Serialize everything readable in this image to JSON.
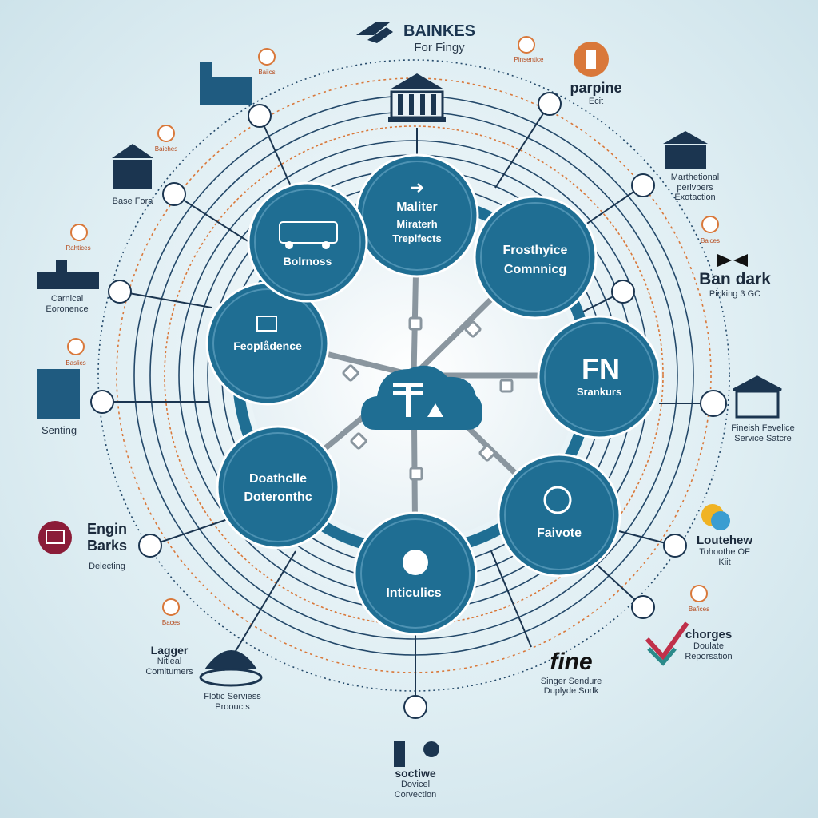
{
  "brand": {
    "title": "BAINKES",
    "subtitle": "For Fingy"
  },
  "center": {
    "name": "cloud-center"
  },
  "hubs": [
    {
      "id": "hub-maliter",
      "lines": [
        "Maliter",
        "Miraterh",
        "Treplfects"
      ]
    },
    {
      "id": "hub-frosthyice",
      "lines": [
        "Frosthyice",
        "Comnnicg"
      ]
    },
    {
      "id": "hub-fn",
      "lines": [
        "FN",
        "Srankurs"
      ]
    },
    {
      "id": "hub-faivote",
      "lines": [
        "Faivote"
      ]
    },
    {
      "id": "hub-inticulics",
      "lines": [
        "Inticulics"
      ]
    },
    {
      "id": "hub-doathelle",
      "lines": [
        "Doathclle",
        "Doteronthc"
      ]
    },
    {
      "id": "hub-feopladence",
      "lines": [
        "Feoplådence"
      ]
    },
    {
      "id": "hub-bolrnoss",
      "lines": [
        "Bolrnoss"
      ]
    }
  ],
  "outer_labels": {
    "parpine": {
      "title": "parpine",
      "sub": "Ecit"
    },
    "marthetional": {
      "l1": "Marthetional",
      "l2": "perivbers",
      "l3": "Exotaction"
    },
    "ban_dark": {
      "title": "Ban dark",
      "sub": "Picking 3 GC"
    },
    "fineish": {
      "l1": "Fineish Fevelice",
      "l2": "Service Satcre"
    },
    "loutehew": {
      "title": "Loutehew",
      "l1": "Tohoothe OF",
      "l2": "Kiit"
    },
    "chorges": {
      "title": "chorges",
      "l1": "Doulate",
      "l2": "Reporsation"
    },
    "fine": {
      "title": "fine",
      "l1": "Singer Sendure",
      "l2": "Duplyde Sorlk"
    },
    "soctive": {
      "title": "soctiwe",
      "l1": "Dovicel",
      "l2": "Corvection"
    },
    "lagger": {
      "title": "Lagger",
      "l1": "Nitleal",
      "l2": "Comitumers"
    },
    "flotic": {
      "l1": "Flotic Serviess",
      "l2": "Prooucts"
    },
    "engin": {
      "l1": "Engin",
      "l2": "Barks",
      "sub": "Delecting"
    },
    "senting": {
      "title": "Senting"
    },
    "carnical": {
      "l1": "Carnical",
      "l2": "Eoronence"
    },
    "base_fora": {
      "title": "Base Fora"
    }
  },
  "tiny_tags": [
    "Baiics",
    "Pinsentice",
    "Baiches",
    "Rahtices",
    "Baslics",
    "Baces",
    "Baices",
    "Bafices"
  ],
  "colors": {
    "hub": "#1f6e93",
    "hub_ring": "#ffffff",
    "ring": "#24496a",
    "accent": "#d9783a",
    "navy": "#1b3550"
  }
}
